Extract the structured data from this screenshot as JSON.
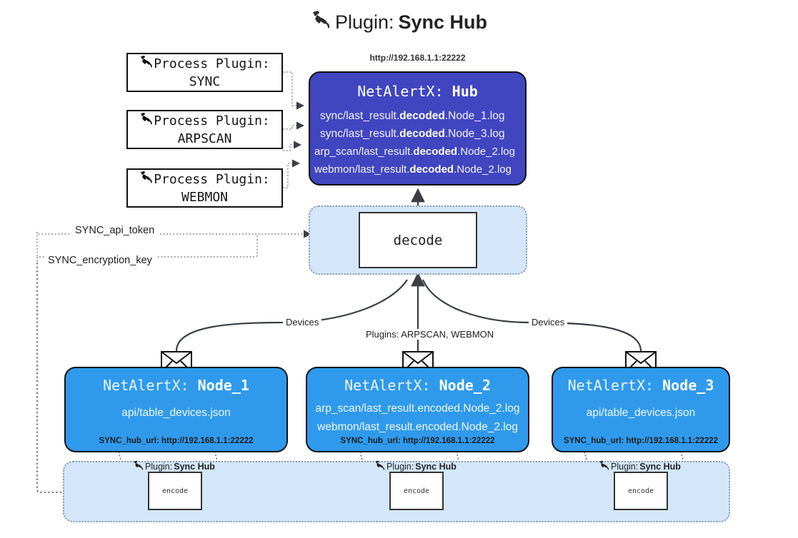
{
  "title": {
    "icon": "plug-icon",
    "prefix": "Plugin:",
    "name": "Sync Hub"
  },
  "process_plugins": [
    {
      "line1": "Process Plugin:",
      "line2": "SYNC",
      "icon": "plug-icon"
    },
    {
      "line1": "Process Plugin:",
      "line2": "ARPSCAN",
      "icon": "plug-icon"
    },
    {
      "line1": "Process Plugin:",
      "line2": "WEBMON",
      "icon": "plug-icon"
    }
  ],
  "hub": {
    "url": "http://192.168.1.1:22222",
    "title_prefix": "NetAlertX:",
    "title_name": "Hub",
    "logs": [
      {
        "pre": "sync/last_result.",
        "mid": "decoded",
        "post": ".Node_1.log"
      },
      {
        "pre": "sync/last_result.",
        "mid": "decoded",
        "post": ".Node_3.log"
      },
      {
        "pre": "arp_scan/last_result.",
        "mid": "decoded",
        "post": ".Node_2.log"
      },
      {
        "pre": "webmon/last_result.",
        "mid": "decoded",
        "post": ".Node_2.log"
      }
    ]
  },
  "decode": {
    "label": "decode"
  },
  "secrets": [
    {
      "label": "SYNC_api_token"
    },
    {
      "label": "SYNC_encryption_key"
    }
  ],
  "wire_labels": {
    "devices_left": "Devices",
    "devices_right": "Devices",
    "plugins_center": "Plugins: ARPSCAN, WEBMON"
  },
  "nodes": [
    {
      "title_prefix": "NetAlertX:",
      "title_name": "Node_1",
      "lines": [
        "api/table_devices.json"
      ],
      "hub_url_key": "SYNC_hub_url:",
      "hub_url_value": "http://192.168.1.1:22222",
      "envelope_icon": "envelope-icon"
    },
    {
      "title_prefix": "NetAlertX:",
      "title_name": "Node_2",
      "lines": [
        "arp_scan/last_result.encoded.Node_2.log",
        "webmon/last_result.encoded.Node_2.log"
      ],
      "hub_url_key": "SYNC_hub_url:",
      "hub_url_value": "http://192.168.1.1:22222",
      "envelope_icon": "envelope-icon"
    },
    {
      "title_prefix": "NetAlertX:",
      "title_name": "Node_3",
      "lines": [
        "api/table_devices.json"
      ],
      "hub_url_key": "SYNC_hub_url:",
      "hub_url_value": "http://192.168.1.1:22222",
      "envelope_icon": "envelope-icon"
    }
  ],
  "encoders": [
    {
      "plugin_prefix": "Plugin:",
      "plugin_name": "Sync Hub",
      "label": "encode",
      "icon": "plug-icon"
    },
    {
      "plugin_prefix": "Plugin:",
      "plugin_name": "Sync Hub",
      "label": "encode",
      "icon": "plug-icon"
    },
    {
      "plugin_prefix": "Plugin:",
      "plugin_name": "Sync Hub",
      "label": "encode",
      "icon": "plug-icon"
    }
  ],
  "colors": {
    "hub_fill": "#4046c0",
    "node_fill": "#2f9aec",
    "container_fill": "#d4e7fa",
    "stroke": "#333333"
  }
}
